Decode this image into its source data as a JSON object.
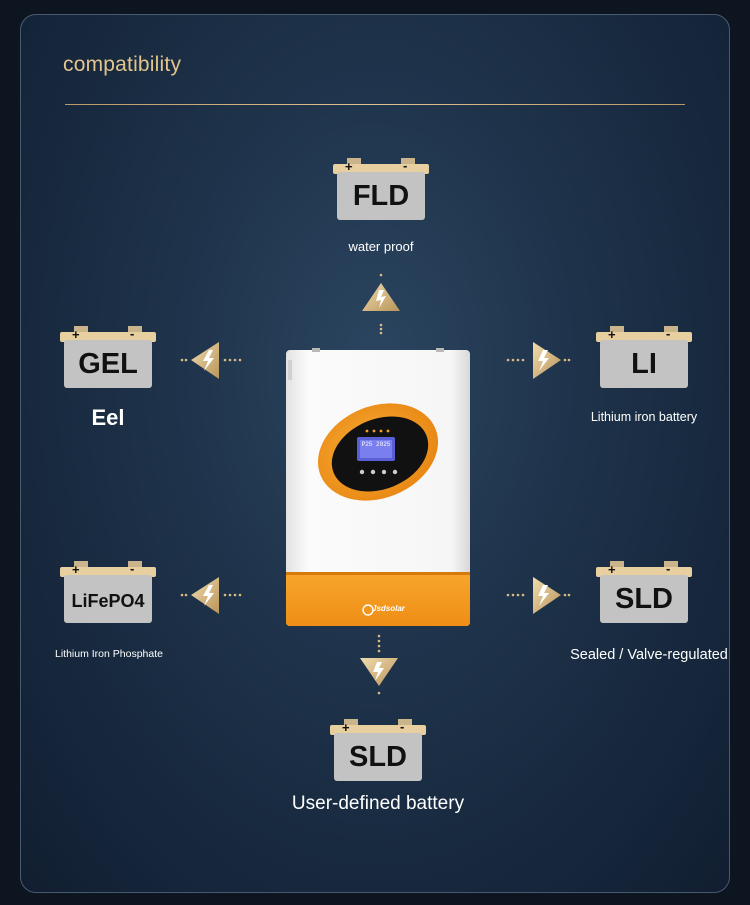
{
  "header": {
    "title": "compatibility"
  },
  "batteries": {
    "fld": {
      "label": "FLD",
      "caption": "water proof"
    },
    "gel": {
      "label": "GEL",
      "caption": "Eel"
    },
    "li": {
      "label": "LI",
      "caption": "Lithium iron battery"
    },
    "lifepo4": {
      "label": "LiFePO4",
      "caption": "Lithium Iron Phosphate"
    },
    "sld_right": {
      "label": "SLD",
      "caption": "Sealed / Valve-regulated"
    },
    "sld_bottom": {
      "label": "SLD",
      "caption": "User-defined battery"
    }
  },
  "terminals": {
    "plus": "+",
    "minus": "-"
  },
  "inverter": {
    "brand": "Jsdsolar",
    "screen_text": "P25 2025"
  },
  "colors": {
    "accent": "#e2c48d",
    "battery_cap": "#e8cf9f",
    "battery_body": "#c3c3c3",
    "inverter_orange": "#f39a1f"
  },
  "icons": {
    "bolt": "lightning-bolt-icon"
  }
}
